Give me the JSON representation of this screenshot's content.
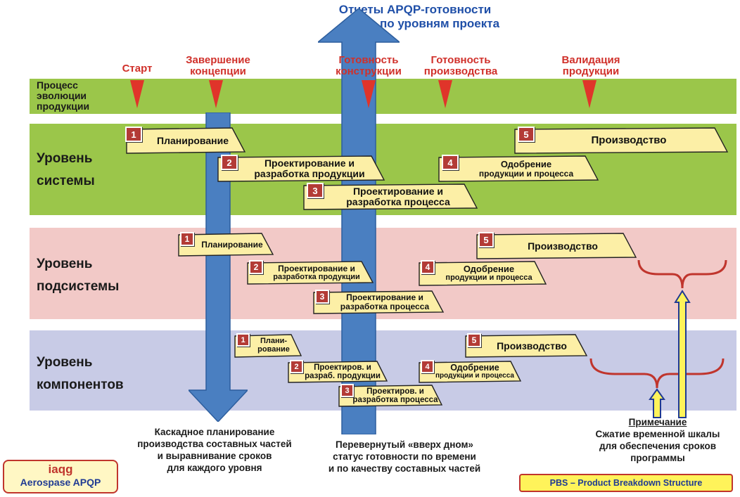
{
  "header": {
    "line1": "Отчеты APQP-готовности",
    "line2": "по уровням проекта"
  },
  "milestones": [
    {
      "lines": [
        "Старт"
      ]
    },
    {
      "lines": [
        "Завершение",
        "концепции"
      ]
    },
    {
      "lines": [
        "Готовность",
        "конструкции"
      ]
    },
    {
      "lines": [
        "Готовность",
        "производства"
      ]
    },
    {
      "lines": [
        "Валидация",
        "продукции"
      ]
    }
  ],
  "bands": {
    "process": {
      "lines": [
        "Процесс",
        "эволюции",
        "продукции"
      ]
    },
    "system": {
      "lines": [
        "Уровень",
        "системы"
      ]
    },
    "subsystem": {
      "lines": [
        "Уровень",
        "подсистемы"
      ]
    },
    "component": {
      "lines": [
        "Уровень",
        "компонентов"
      ]
    }
  },
  "boxes": {
    "system": [
      {
        "num": "1",
        "lines": [
          "Планирование"
        ]
      },
      {
        "num": "2",
        "lines": [
          "Проектирование и",
          "разработка продукции"
        ]
      },
      {
        "num": "3",
        "lines": [
          "Проектирование и",
          "разработка процесса"
        ]
      },
      {
        "num": "4",
        "lines": [
          "Одобрение",
          "продукции и процесса"
        ]
      },
      {
        "num": "5",
        "lines": [
          "Производство"
        ]
      }
    ],
    "subsystem": [
      {
        "num": "1",
        "lines": [
          "Планирование"
        ]
      },
      {
        "num": "2",
        "lines": [
          "Проектирование и",
          "разработка продукции"
        ]
      },
      {
        "num": "3",
        "lines": [
          "Проектирование и",
          "разработка процесса"
        ]
      },
      {
        "num": "4",
        "lines": [
          "Одобрение",
          "продукции и процесса"
        ]
      },
      {
        "num": "5",
        "lines": [
          "Производство"
        ]
      }
    ],
    "component": [
      {
        "num": "1",
        "lines": [
          "Плани-",
          "рование"
        ]
      },
      {
        "num": "2",
        "lines": [
          "Проектиров. и",
          "разраб. продукции"
        ]
      },
      {
        "num": "3",
        "lines": [
          "Проектиров. и",
          "разработка процесса"
        ]
      },
      {
        "num": "4",
        "lines": [
          "Одобрение",
          "продукции и процесса"
        ]
      },
      {
        "num": "5",
        "lines": [
          "Производство"
        ]
      }
    ]
  },
  "captions": {
    "cascade": [
      "Каскадное планирование",
      "производства составных частей",
      "и выравнивание сроков",
      "для каждого уровня"
    ],
    "inverted": [
      "Перевернутый  «вверх дном»",
      "статус готовности по времени",
      "и по качеству составных частей"
    ],
    "note_title": "Примечание",
    "note_lines": [
      "Сжатие временной шкалы",
      "для обеспечения сроков",
      "программы"
    ]
  },
  "footer": {
    "brand": "iaqg",
    "brand_sub": "Aerospase APQP",
    "pbs": "PBS – Product Breakdown Structure"
  },
  "colors": {
    "process_band": "#9bc64a",
    "system_band": "#9bc64a",
    "subsystem_band": "#f2c9c7",
    "component_band": "#c8cbe6",
    "arrow": "#4a7fc1",
    "milestone": "#e0342a",
    "box_fill": "#fcefa6",
    "number_badge": "#b33b36",
    "header_text": "#1f4fa8"
  }
}
